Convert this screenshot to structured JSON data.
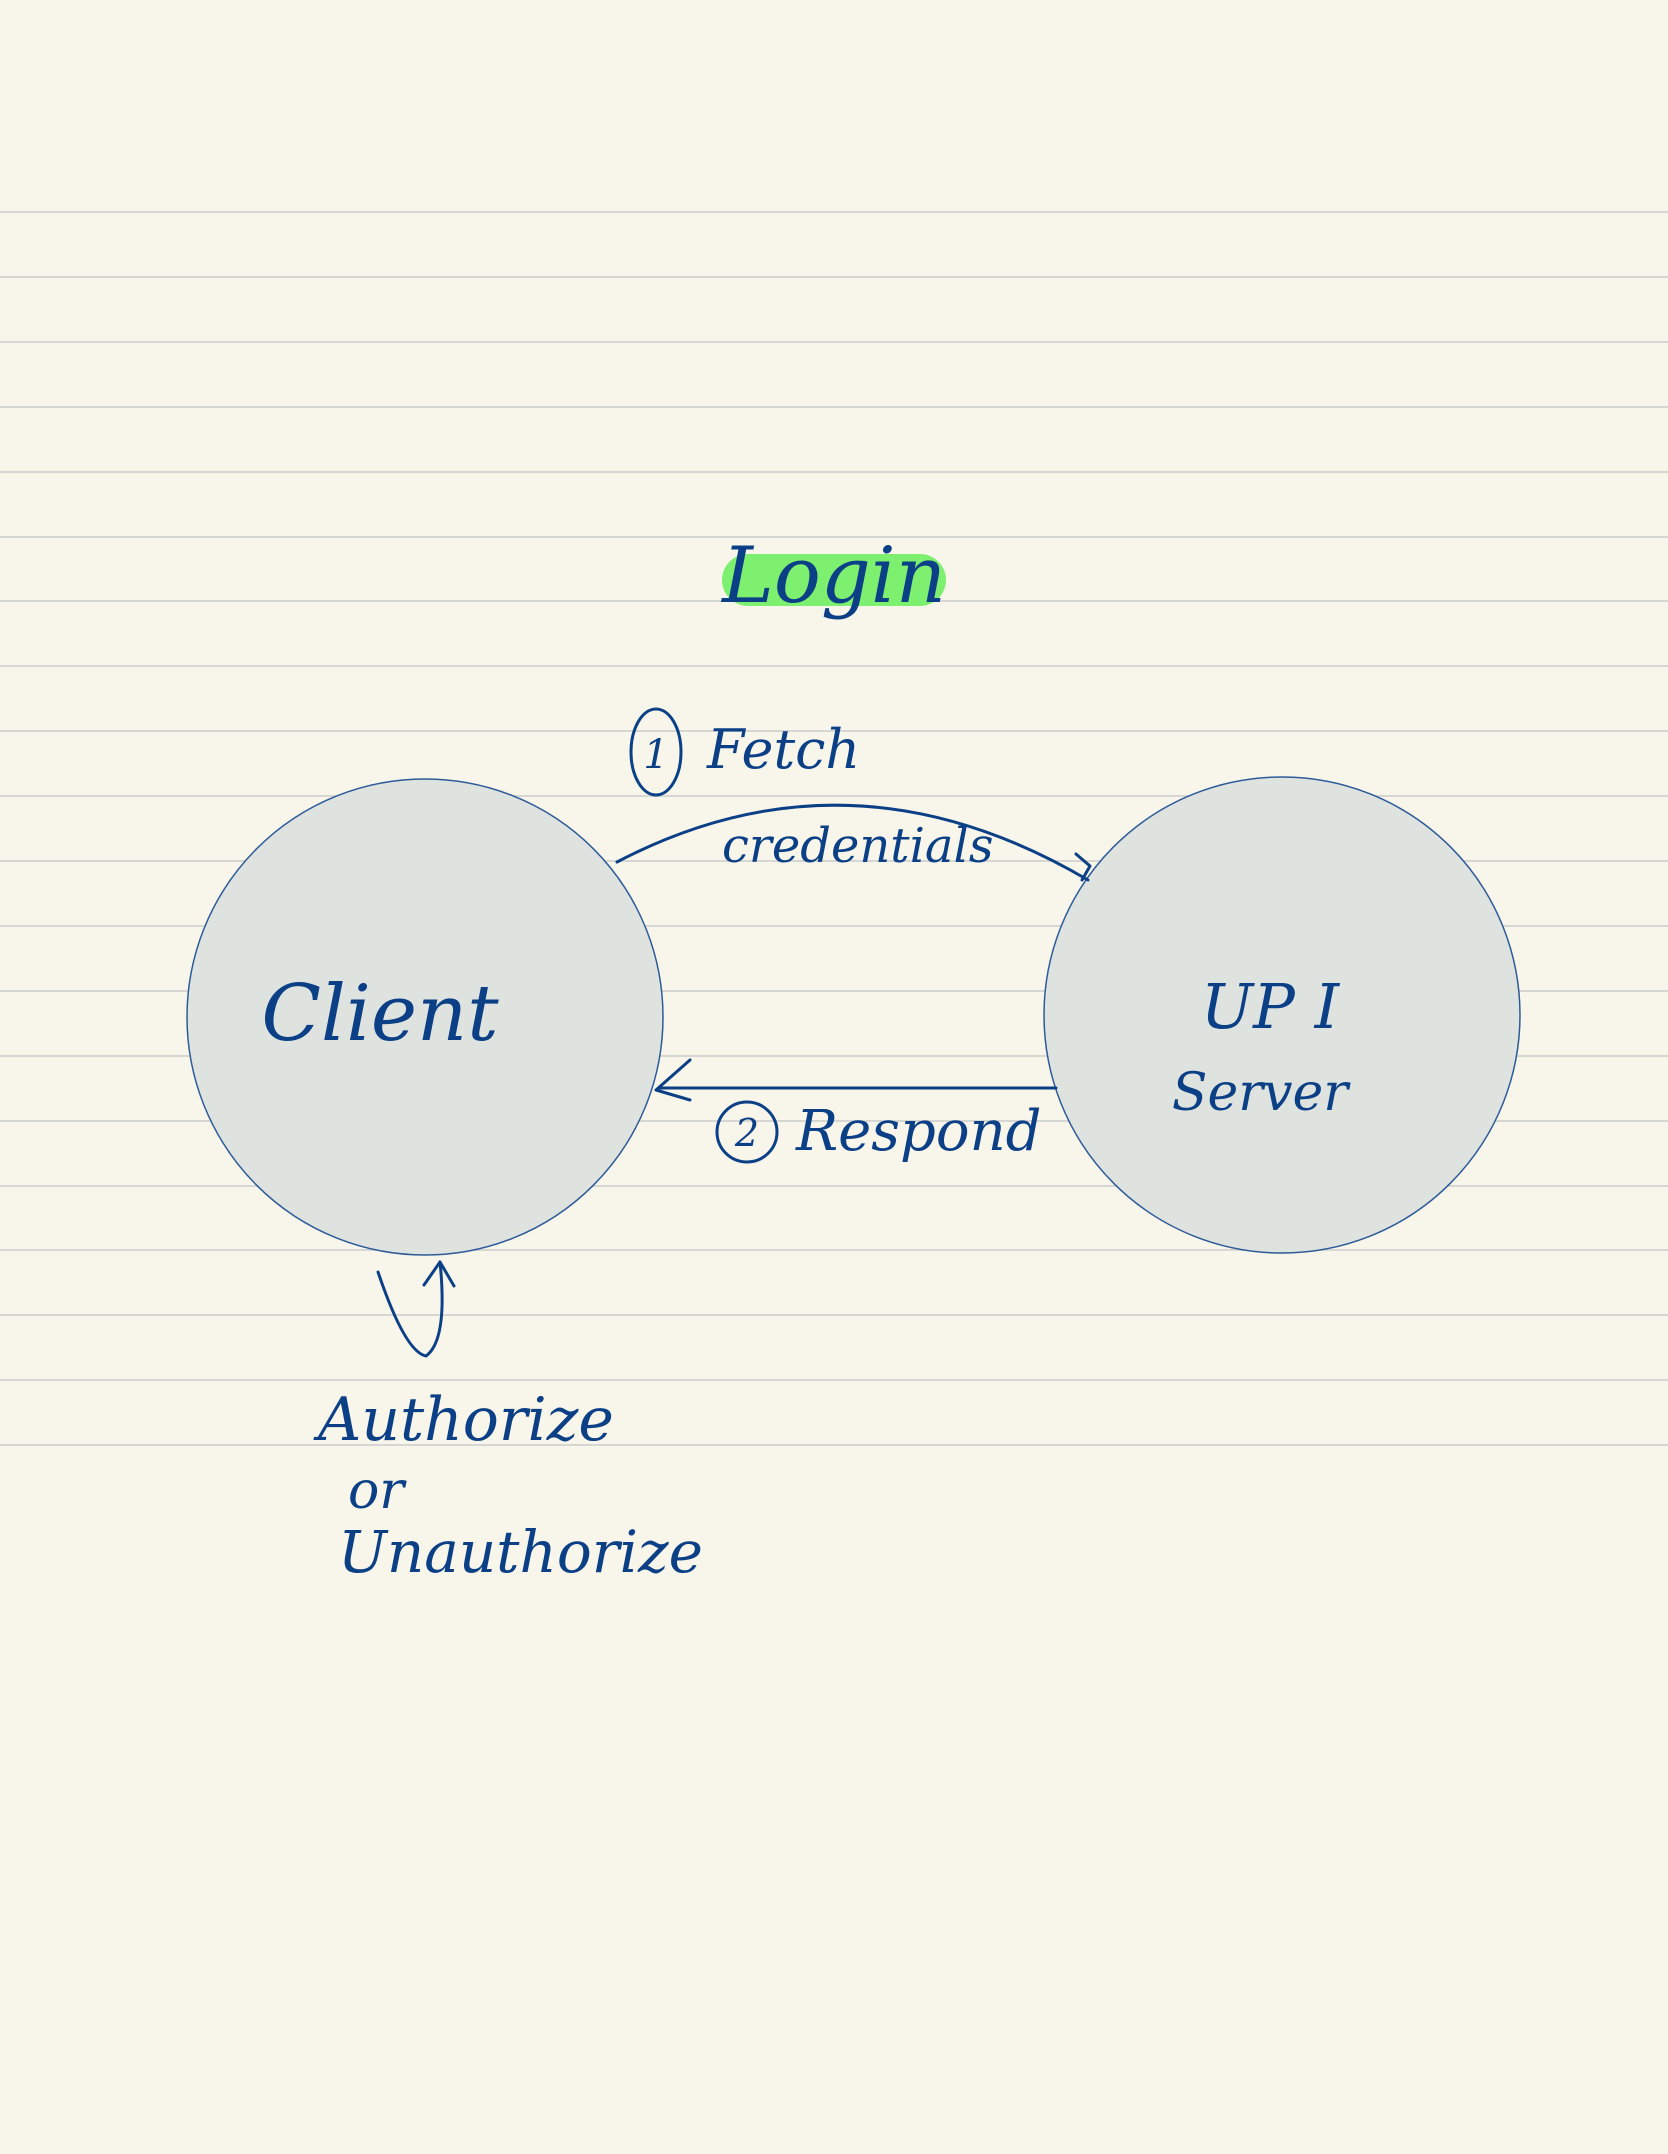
{
  "title": "Login",
  "nodes": {
    "client": {
      "label": "Client"
    },
    "server": {
      "label_line1": "UP I",
      "label_line2": "Server"
    }
  },
  "edges": {
    "fetch": {
      "number": "1",
      "label_line1": "Fetch",
      "label_line2": "credentials"
    },
    "respond": {
      "number": "2",
      "label": "Respond"
    }
  },
  "client_note": {
    "line1": "Authorize",
    "line2": "or",
    "line3": "Unauthorize"
  },
  "colors": {
    "paper": "#f8f6ea",
    "ruled_line": "#d6d7d2",
    "ink": "#0b3f86",
    "highlight": "#7ef06f",
    "node_fill": "#dfe3df"
  }
}
